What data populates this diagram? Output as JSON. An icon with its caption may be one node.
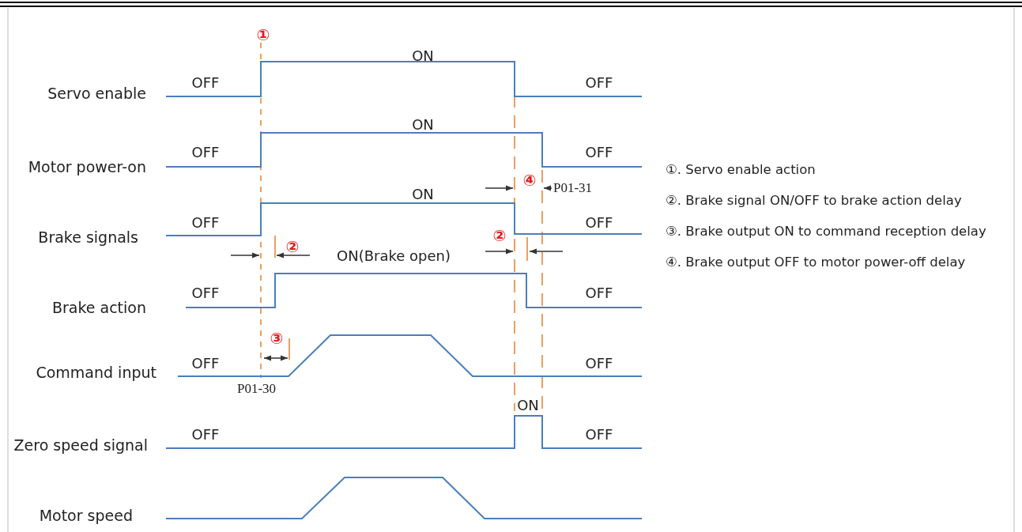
{
  "diagram": {
    "labels": [
      "①",
      "ON",
      "OFF",
      "Servo enable",
      "OFF",
      "ON",
      "OFF",
      "Motor power-on",
      "OFF",
      "①. Servo enable action",
      "④",
      "P01-31",
      "②. Brake signal ON/OFF to brake action delay",
      "ON",
      "OFF",
      "Brake signals",
      "OFF",
      "②",
      "②",
      "③. Brake output ON to command reception delay",
      "ON(Brake open)",
      "④. Brake output OFF to motor power-off delay",
      "OFF",
      "Brake action",
      "OFF",
      "③",
      "OFF",
      "Command input",
      "OFF",
      "P01-30",
      "ON",
      "OFF",
      "Zero speed signal",
      "OFF",
      "Motor speed"
    ]
  }
}
